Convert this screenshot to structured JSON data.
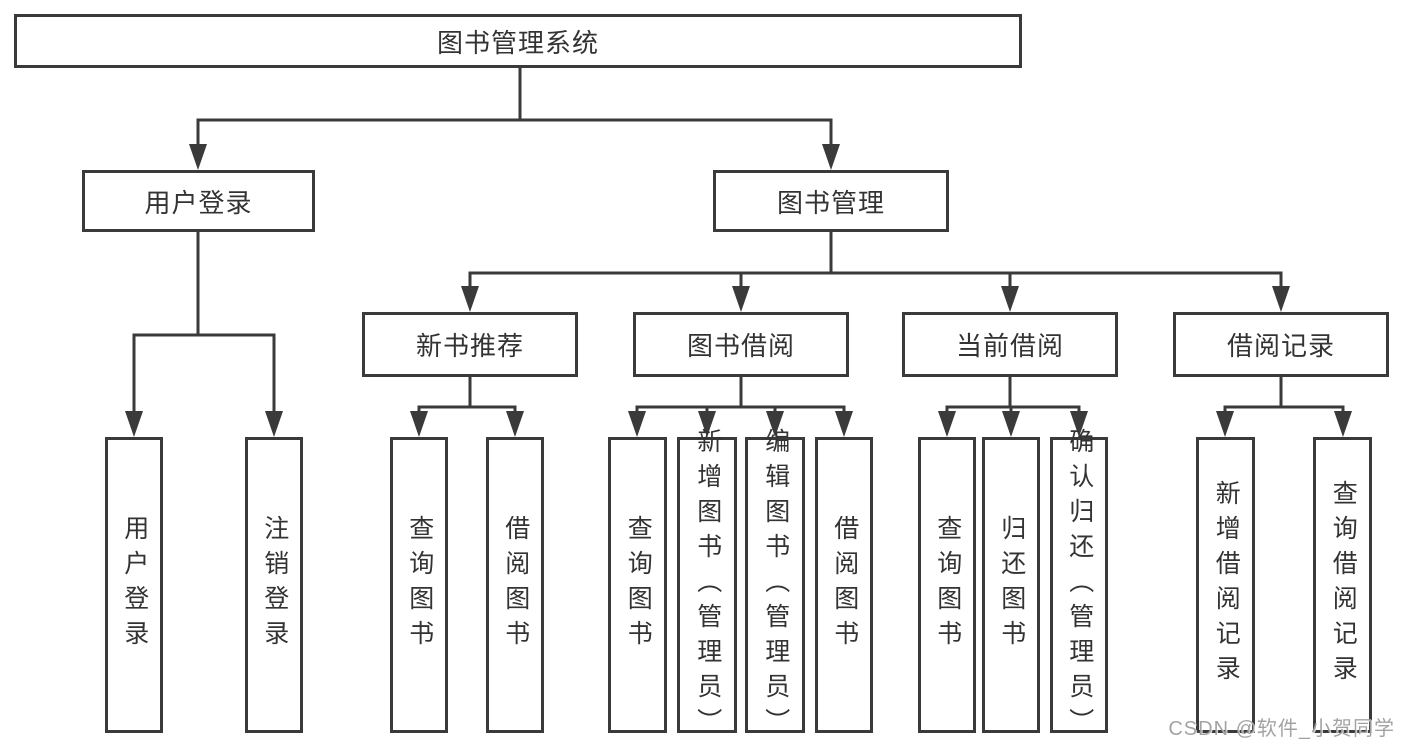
{
  "colors": {
    "line": "#3a3a3a",
    "box_border": "#3a3a3a",
    "text": "#333333",
    "background": "#ffffff",
    "watermark": "#9e9e9e"
  },
  "watermark": {
    "text": "CSDN @软件_小贺同学"
  },
  "tree": {
    "label": "图书管理系统",
    "children": [
      {
        "label": "用户登录",
        "children": [
          {
            "label": "用户登录"
          },
          {
            "label": "注销登录"
          }
        ]
      },
      {
        "label": "图书管理",
        "children": [
          {
            "label": "新书推荐",
            "children": [
              {
                "label": "查询图书"
              },
              {
                "label": "借阅图书"
              }
            ]
          },
          {
            "label": "图书借阅",
            "children": [
              {
                "label": "查询图书"
              },
              {
                "label": "新增图书（管理员）"
              },
              {
                "label": "编辑图书（管理员）"
              },
              {
                "label": "借阅图书"
              }
            ]
          },
          {
            "label": "当前借阅",
            "children": [
              {
                "label": "查询图书"
              },
              {
                "label": "归还图书"
              },
              {
                "label": "确认归还（管理员）"
              }
            ]
          },
          {
            "label": "借阅记录",
            "children": [
              {
                "label": "新增借阅记录"
              },
              {
                "label": "查询借阅记录"
              }
            ]
          }
        ]
      }
    ]
  }
}
